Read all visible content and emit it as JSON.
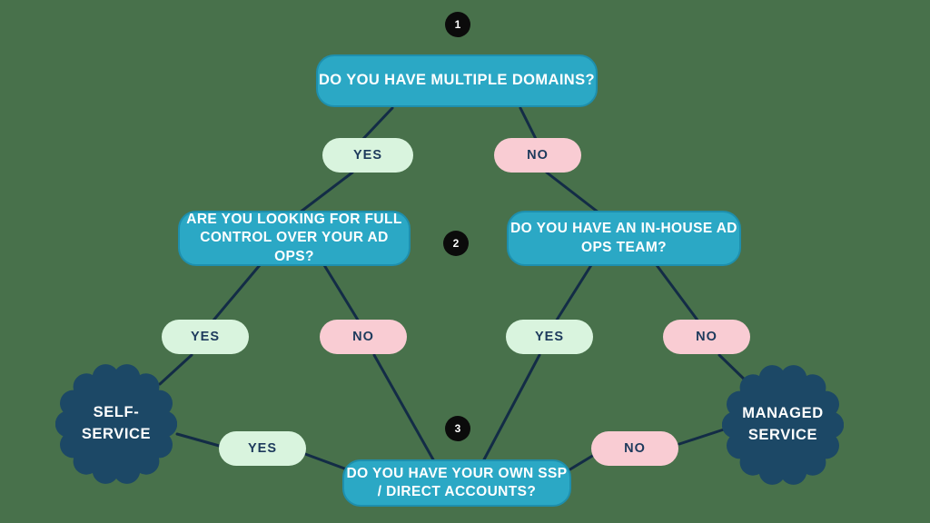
{
  "flowchart": {
    "palette": {
      "background": "#48714B",
      "question_box": "#2BA8C5",
      "outcome_seal": "#1C4866",
      "yes_pill": "#D9F4DE",
      "no_pill": "#F9CCD3",
      "connector_line": "#132C46",
      "badge": "#0B0B0B"
    },
    "badges": [
      "1",
      "2",
      "3"
    ],
    "questions": {
      "multiple_domains": {
        "text": "DO YOU HAVE MULTIPLE DOMAINS?"
      },
      "full_control": {
        "line1": "ARE YOU LOOKING FOR FULL",
        "line2": "CONTROL OVER YOUR AD OPS?"
      },
      "inhouse_team": {
        "line1": "DO YOU HAVE AN IN-HOUSE AD",
        "line2": "OPS TEAM?"
      },
      "own_ssp": {
        "line1": "DO YOU HAVE YOUR OWN SSP",
        "line2": "/ DIRECT ACCOUNTS?"
      }
    },
    "answers": {
      "yes": "YES",
      "no": "NO"
    },
    "outcomes": {
      "self_service": {
        "line1": "SELF-",
        "line2": "SERVICE"
      },
      "managed_service": {
        "line1": "MANAGED",
        "line2": "SERVICE"
      }
    }
  }
}
